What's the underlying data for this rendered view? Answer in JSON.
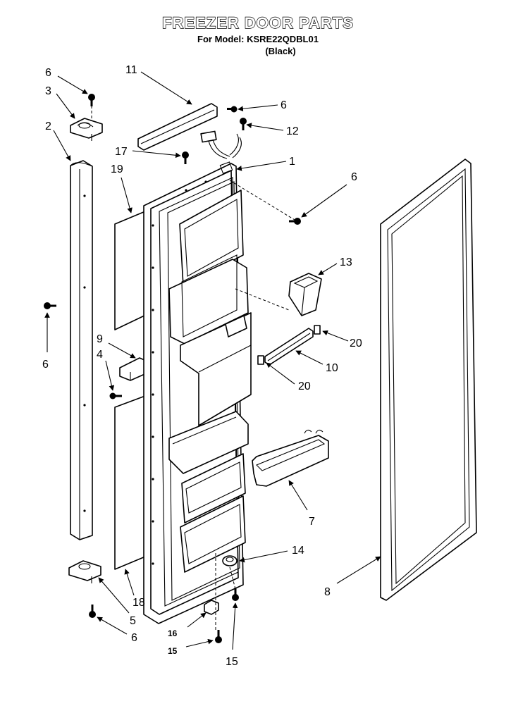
{
  "header": {
    "title": "FREEZER DOOR PARTS",
    "model_line": "For Model: KSRE22QDBL01",
    "color_line": "(Black)"
  },
  "callouts": {
    "c6a": "6",
    "c3": "3",
    "c2": "2",
    "c11": "11",
    "c6b": "6",
    "c12": "12",
    "c17": "17",
    "c19": "19",
    "c1": "1",
    "c6c": "6",
    "c13": "13",
    "c6d": "6",
    "c9": "9",
    "c4": "4",
    "c20a": "20",
    "c10": "10",
    "c20b": "20",
    "c7": "7",
    "c14": "14",
    "c8": "8",
    "c18": "18",
    "c5": "5",
    "c6e": "6",
    "c16": "16",
    "c15a": "15",
    "c15b": "15"
  }
}
